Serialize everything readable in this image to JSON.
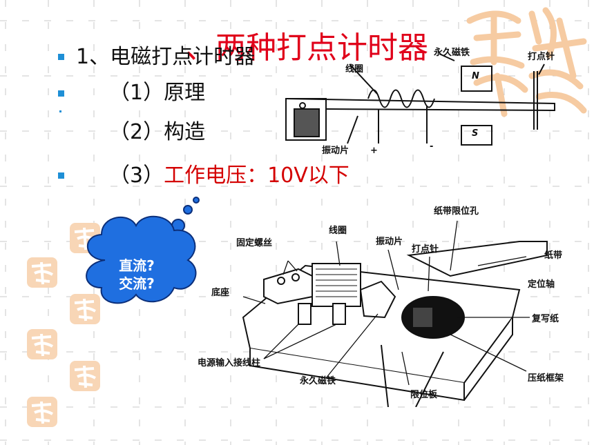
{
  "title": "、两种打点计时器",
  "bullets": [
    "1、电磁打点计时器",
    "（1）原理",
    "（2）构造",
    "（3）",
    "工作电压：10V以下"
  ],
  "thought_bubble": {
    "line1": "直流?",
    "line2": "交流?"
  },
  "figure_top_labels": {
    "coil": "线圈",
    "magnet": "永久磁铁",
    "needle": "打点针",
    "vibrator": "振动片",
    "plus": "+",
    "minus": "-",
    "north": "N",
    "south": "S"
  },
  "figure_bottom_labels": {
    "tape_hole": "纸带限位孔",
    "coil": "线圈",
    "screw": "固定螺丝",
    "vibrator": "振动片",
    "needle": "打点针",
    "tape": "纸带",
    "axis": "定位轴",
    "base": "底座",
    "carbon": "复写纸",
    "terminals": "电源输入接线柱",
    "magnet": "永久磁铁",
    "limit_plate": "限位板",
    "frame": "压纸框架"
  },
  "colors": {
    "bullet": "#1e8fd6",
    "title": "#e0001a",
    "red_text": "#d40000",
    "cloud": "#1f6fe0",
    "watermark": "#f6cba2"
  }
}
